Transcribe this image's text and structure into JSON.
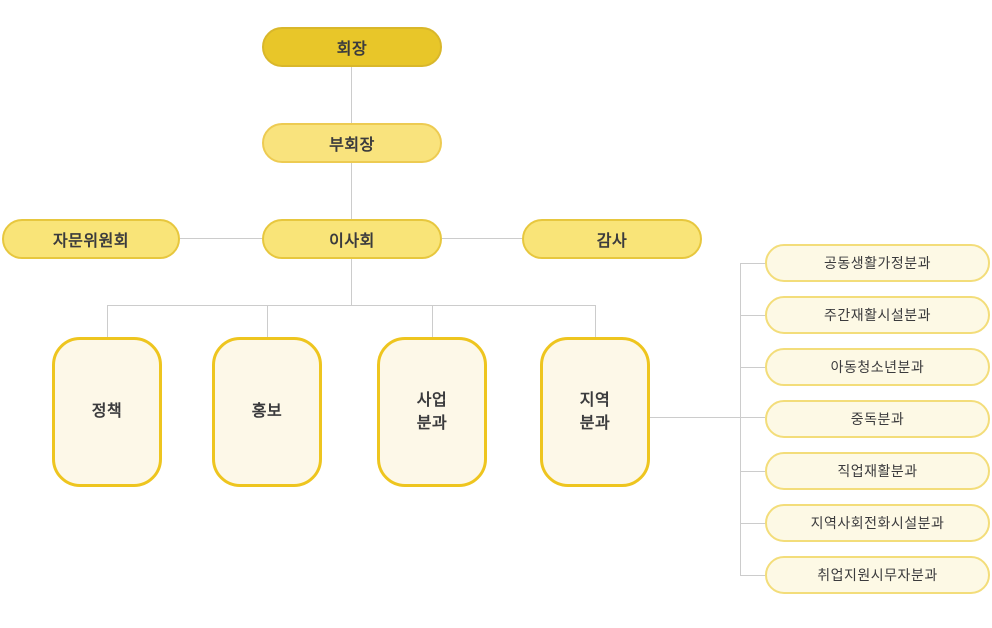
{
  "chart_type": "org-chart",
  "colors": {
    "top_node_fill": "#e8c629",
    "top_node_border": "#d9b72a",
    "sub_node_fill": "#f9e37d",
    "mid_node_fill": "#f9e478",
    "mid_node_border": "#e7c73e",
    "division_box_fill": "#fdf8e8",
    "division_box_border": "#eec51f",
    "subcommittee_fill": "#fdf9e5",
    "subcommittee_border": "#f3dd7a",
    "connector": "#cccccc",
    "text": "#3b3b3d"
  },
  "nodes": {
    "chairman": "회장",
    "vice_chairman": "부회장",
    "advisory_committee": "자문위원회",
    "board": "이사회",
    "audit": "감사",
    "policy": "정책",
    "pr": "홍보",
    "business_division": [
      "사업",
      "분과"
    ],
    "regional_division": [
      "지역",
      "분과"
    ],
    "subcommittees": [
      "공동생활가정분과",
      "주간재활시설분과",
      "아동청소년분과",
      "중독분과",
      "직업재활분과",
      "지역사회전화시설분과",
      "취업지원시무자분과"
    ]
  },
  "hierarchy": {
    "root": "회장",
    "structure": "회장 > 부회장 > 이사회(자문위원회, 감사) > [정책, 홍보, 사업분과, 지역분과] ; 지역분과 > 7개 분과"
  }
}
